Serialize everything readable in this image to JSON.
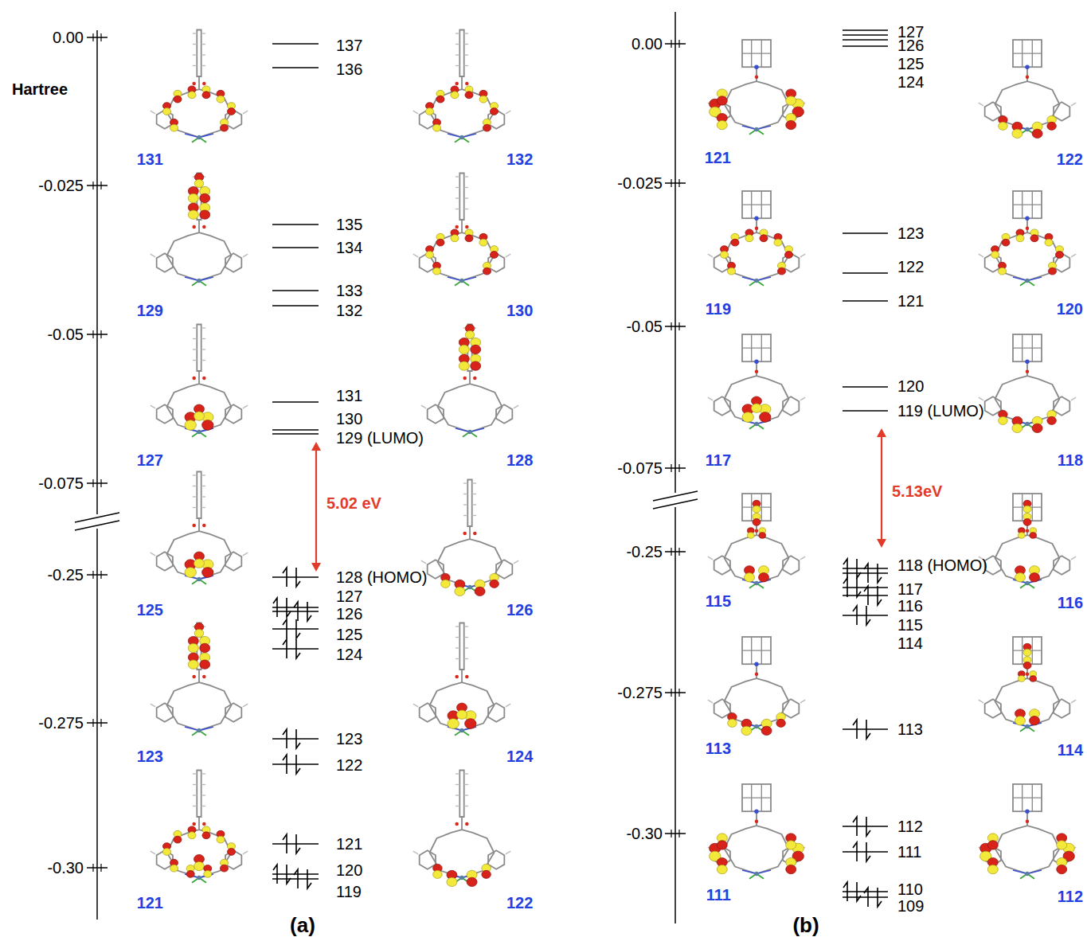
{
  "diagram": {
    "labels": [
      "0.00",
      "-0.025",
      "-0.05",
      "-0.075",
      "-0.25",
      "-0.275",
      "-0.30",
      "Hartree",
      "137",
      "136",
      "135",
      "134",
      "133",
      "132",
      "131",
      "130",
      "129 (LUMO)",
      "128 (HOMO)",
      "127",
      "126",
      "125",
      "124",
      "123",
      "122",
      "121",
      "120",
      "119",
      "5.02 eV",
      "131",
      "132",
      "129",
      "130",
      "127",
      "128",
      "125",
      "126",
      "123",
      "124",
      "121",
      "122",
      "(a)",
      "0.00",
      "-0.025",
      "-0.05",
      "-0.075",
      "-0.25",
      "-0.275",
      "-0.30",
      "127",
      "126",
      "125",
      "124",
      "123",
      "122",
      "121",
      "120",
      "119 (LUMO)",
      "118 (HOMO)",
      "117",
      "116",
      "115",
      "114",
      "113",
      "112",
      "111",
      "110",
      "109",
      "5.13eV",
      "121",
      "122",
      "119",
      "120",
      "117",
      "118",
      "115",
      "116",
      "113",
      "114",
      "111",
      "112",
      "(b)"
    ]
  }
}
